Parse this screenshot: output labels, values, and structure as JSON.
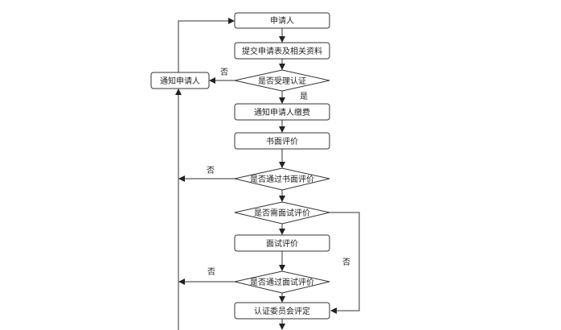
{
  "diagram": {
    "type": "flowchart",
    "nodes": [
      {
        "id": "applicant",
        "shape": "rect",
        "label": "申请人"
      },
      {
        "id": "submit",
        "shape": "rect",
        "label": "提交申请表及相关资料"
      },
      {
        "id": "accept",
        "shape": "diamond",
        "label": "是否受理认证"
      },
      {
        "id": "notify",
        "shape": "rect",
        "label": "通知申请人"
      },
      {
        "id": "pay",
        "shape": "rect",
        "label": "通知申请人缴费"
      },
      {
        "id": "written",
        "shape": "rect",
        "label": "书面评价"
      },
      {
        "id": "pass_written",
        "shape": "diamond",
        "label": "是否通过书面评价"
      },
      {
        "id": "need_interview",
        "shape": "diamond",
        "label": "是否需面试评价"
      },
      {
        "id": "interview",
        "shape": "rect",
        "label": "面试评价"
      },
      {
        "id": "pass_interview",
        "shape": "diamond",
        "label": "是否通过面试评价"
      },
      {
        "id": "committee",
        "shape": "rect",
        "label": "认证委员会评定"
      }
    ],
    "edge_labels": {
      "accept_no": "否",
      "accept_yes": "是",
      "written_no": "否",
      "need_interview_no": "否",
      "interview_no": "否"
    }
  }
}
